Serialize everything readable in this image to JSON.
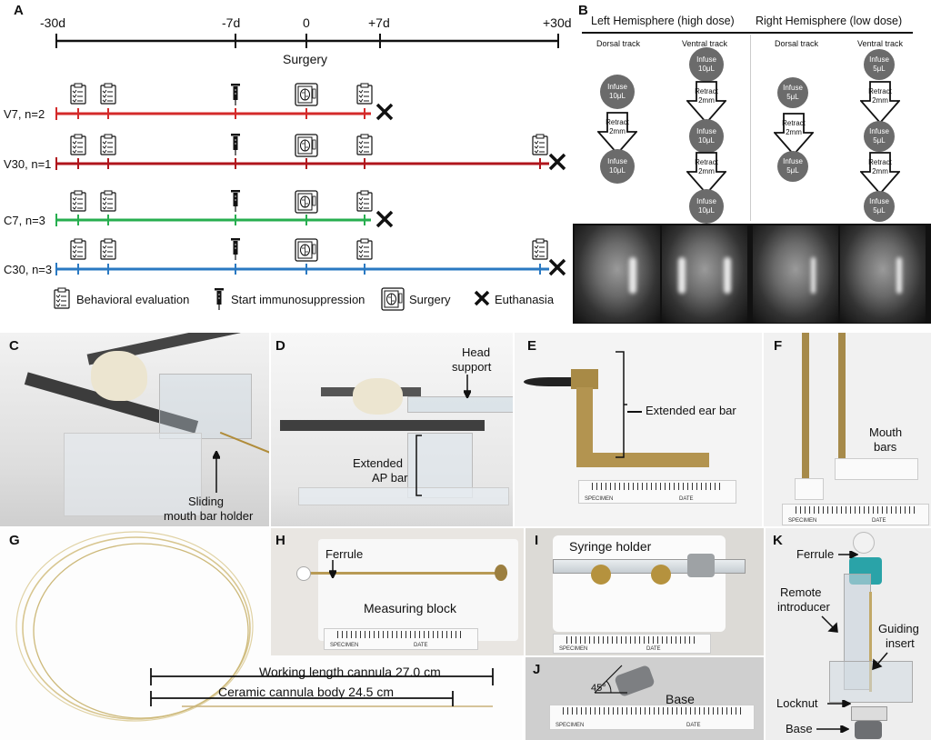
{
  "panels": {
    "A": "A",
    "B": "B",
    "C": "C",
    "D": "D",
    "E": "E",
    "F": "F",
    "G": "G",
    "H": "H",
    "I": "I",
    "J": "J",
    "K": "K"
  },
  "timeline": {
    "ticks": [
      "-30d",
      "-7d",
      "0",
      "+7d",
      "+30d"
    ],
    "axis_label": "Surgery",
    "groups": [
      {
        "label": "V7, n=2",
        "color": "#d42a2a"
      },
      {
        "label": "V30, n=1",
        "color": "#b0151c"
      },
      {
        "label": "C7, n=3",
        "color": "#27ae4f"
      },
      {
        "label": "C30, n=3",
        "color": "#2a79c2"
      }
    ],
    "legend": {
      "behavioral": "Behavioral evaluation",
      "immuno": "Start immunosuppression",
      "surgery": "Surgery",
      "euthanasia": "Euthanasia"
    }
  },
  "infusion": {
    "left_header": "Left Hemisphere (high dose)",
    "right_header": "Right Hemisphere (low dose)",
    "dorsal": "Dorsal track",
    "ventral": "Ventral track",
    "infuse": "Infuse",
    "retract": "Retract",
    "retract_dist": "2mm",
    "high": "10μL",
    "low": "5μL"
  },
  "photos": {
    "c_label_1": "Sliding",
    "c_label_2": "mouth bar holder",
    "d_head_1": "Head",
    "d_head_2": "support",
    "d_ap_1": "Extended",
    "d_ap_2": "AP bar",
    "e_label": "Extended ear bar",
    "f_label_1": "Mouth",
    "f_label_2": "bars",
    "g_working": "Working length cannula 27.0 cm",
    "g_ceramic": "Ceramic cannula body 24.5 cm",
    "h_ferrule": "Ferrule",
    "h_block": "Measuring block",
    "i_syringe": "Syringe holder",
    "j_angle": "45°",
    "j_base": "Base",
    "k_ferrule": "Ferrule",
    "k_remote_1": "Remote",
    "k_remote_2": "introducer",
    "k_guiding_1": "Guiding",
    "k_guiding_2": "insert",
    "k_locknut": "Locknut",
    "k_base": "Base",
    "ruler_specimen": "SPECIMEN",
    "ruler_date": "DATE"
  }
}
